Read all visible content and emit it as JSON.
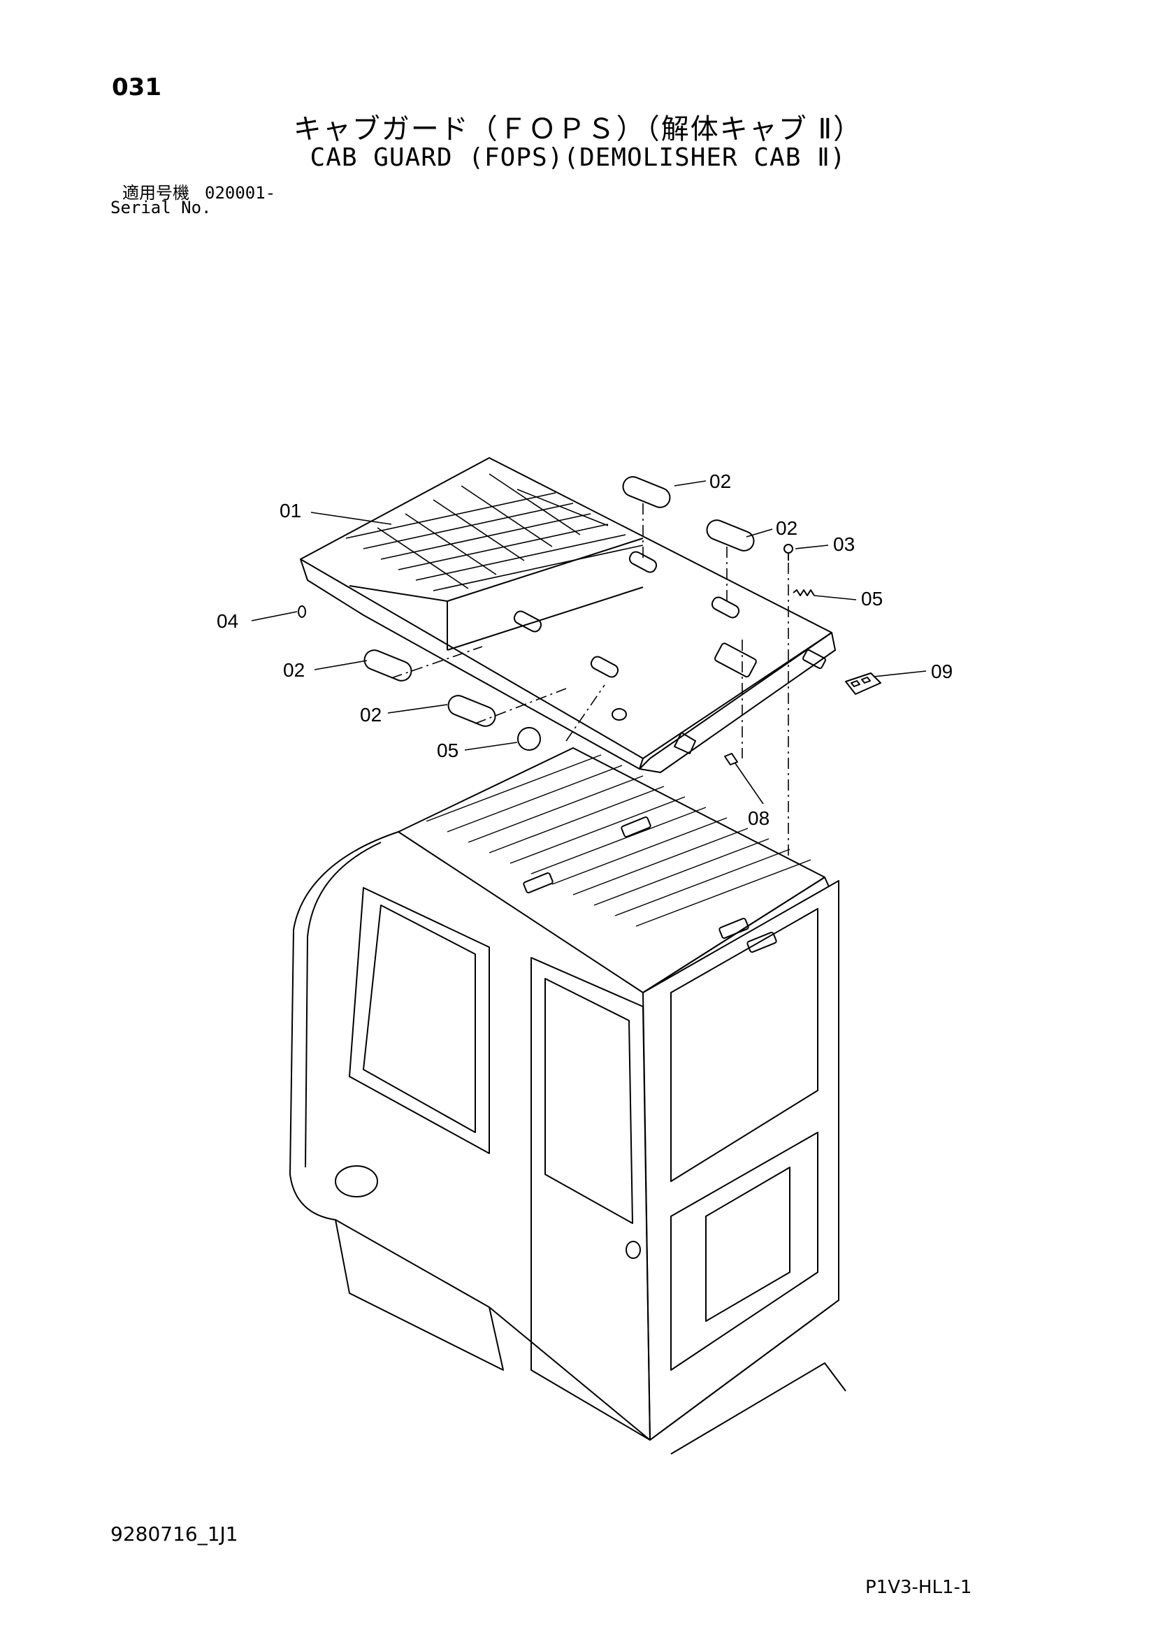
{
  "header": {
    "page_number": "031",
    "title_jp": "キャブガード（ＦＯＰＳ）（解体キャブ Ⅱ）",
    "title_en": "CAB GUARD (FOPS)(DEMOLISHER CAB Ⅱ)"
  },
  "serial": {
    "label_jp": "適用号機",
    "value": "020001-",
    "label_en": "Serial No."
  },
  "callouts": {
    "c01": "01",
    "c02a": "02",
    "c02b": "02",
    "c02c": "02",
    "c02d": "02",
    "c03": "03",
    "c04": "04",
    "c05a": "05",
    "c05b": "05",
    "c08": "08",
    "c09": "09"
  },
  "footer": {
    "doc_code": "9280716_1J1",
    "page_code": "P1V3-HL1-1"
  }
}
